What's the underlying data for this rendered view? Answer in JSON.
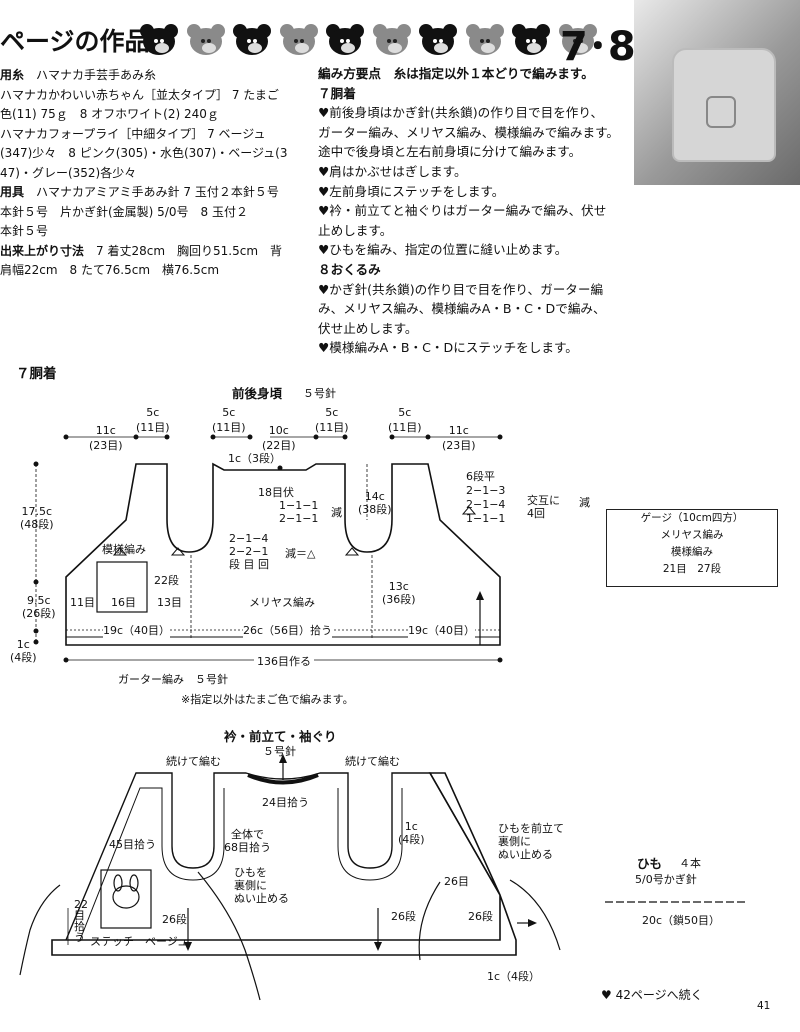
{
  "header": {
    "title": "ページの作品",
    "page_nums": "7･8",
    "bears": [
      "dark",
      "gray",
      "dark",
      "gray",
      "dark",
      "gray",
      "dark",
      "gray",
      "dark",
      "gray"
    ]
  },
  "materials": [
    {
      "label": "用糸",
      "text": "ハマナカ手芸手あみ糸"
    },
    {
      "label": "",
      "text": "ハマナカかわいい赤ちゃん［並太タイプ］ 7 たまご"
    },
    {
      "label": "",
      "text": "色(11) 75ｇ　8 オフホワイト(2) 240ｇ"
    },
    {
      "label": "",
      "text": "ハマナカフォープライ［中細タイプ］ 7 ベージュ"
    },
    {
      "label": "",
      "text": "(347)少々　8 ピンク(305)・水色(307)・ベージュ(3"
    },
    {
      "label": "",
      "text": "47)・グレー(352)各少々"
    },
    {
      "label": "用具",
      "text": "ハマナカアミアミ手あみ針 7 玉付２本針５号"
    },
    {
      "label": "",
      "text": "本針５号　片かぎ針(金属製) 5/0号　8 玉付２"
    },
    {
      "label": "",
      "text": "本針５号"
    },
    {
      "label": "出来上がり寸法",
      "text": "7 着丈28cm　胸回り51.5cm　背"
    },
    {
      "label": "",
      "text": "肩幅22cm　8 たて76.5cm　横76.5cm"
    }
  ],
  "method": [
    "編み方要点　糸は指定以外１本どりで編みます。",
    "７胴着",
    "♥前後身頃はかぎ針(共糸鎖)の作り目で目を作り、",
    "ガーター編み、メリヤス編み、模様編みで編みます。",
    "途中で後身頃と左右前身頃に分けて編みます。",
    "♥肩はかぶせはぎします。",
    "♥左前身頃にステッチをします。",
    "♥衿・前立てと袖ぐりはガーター編みで編み、伏せ",
    "止めします。",
    "♥ひもを編み、指定の位置に縫い止めます。",
    "８おくるみ",
    "♥かぎ針(共糸鎖)の作り目で目を作り、ガーター編",
    "み、メリヤス編み、模様編みA・B・C・Dで編み、",
    "伏せ止めします。",
    "♥模様編みA・B・C・Dにステッチをします。"
  ],
  "diagram": {
    "section_title": "７胴着",
    "body_title": "前後身頃",
    "body_needle": "５号針",
    "top_dims": [
      {
        "a": "11c",
        "b": "(23目)"
      },
      {
        "a": "5c",
        "b": "(11目)"
      },
      {
        "a": "5c",
        "b": "(11目)"
      },
      {
        "a": "10c",
        "b": "(22目)"
      },
      {
        "a": "5c",
        "b": "(11目)"
      },
      {
        "a": "5c",
        "b": "(11目)"
      },
      {
        "a": "11c",
        "b": "(23目)"
      }
    ],
    "neck_cast": "1c（3段）",
    "neck_fuse": "18目伏",
    "neck_dec": [
      "1−1−1",
      "2−1−1"
    ],
    "dec_label": "減",
    "armhole_h": "14c",
    "armhole_rows": "(38段)",
    "right_dec": [
      "6段平",
      "2−1−3",
      "2−1−4",
      "1−1−1"
    ],
    "alt_label": "交互に",
    "alt_count": "4回",
    "arm_dec": [
      "2−1−4",
      "2−2−1",
      "段  目  回"
    ],
    "arm_dec_label": "減＝△",
    "left_h1": "17.5c",
    "left_h1b": "(48段)",
    "left_h2": "9.5c",
    "left_h2b": "(26段)",
    "left_h3": "1c",
    "left_h3b": "(4段)",
    "pattern_label": "模様編み",
    "pat_22": "22段",
    "pat_11": "11目",
    "pat_16": "16目",
    "pat_13": "13目",
    "stockinette": "メリヤス編み",
    "right_h": "13c",
    "right_hb": "(36段)",
    "bottom_dims": [
      "19c（40目）",
      "26c（56目）拾う",
      "19c（40目）"
    ],
    "cast_on": "136目作る",
    "garter": "ガーター編み　５号針",
    "note": "※指定以外はたまご色で編みます。",
    "gauge": [
      "ゲージ（10cm四方）",
      "メリヤス編み",
      "模様編み",
      "21目　27段"
    ],
    "collar_title": "衿・前立て・袖ぐり",
    "collar_needle": "５号針",
    "cont_left": "続けて編む",
    "cont_right": "続けて編む",
    "pick24": "24目拾う",
    "pick45": "45目拾う",
    "pick68a": "全体で",
    "pick68b": "68目拾う",
    "pick22": "22目拾う",
    "tie_sew": [
      "ひもを",
      "裏側に",
      "ぬい止める"
    ],
    "tie_front": [
      "ひもを前立て",
      "裏側に",
      "ぬい止める"
    ],
    "r26a": "26段",
    "r26b": "26段",
    "r26c": "26段",
    "r26d": "26目",
    "c1": "1c",
    "c1b": "(4段)",
    "stitch_label": "ステッチ　ベージュ",
    "bottom_1c": "1c（4段）",
    "tie_title": "ひも",
    "tie_count": "４本",
    "tie_hook": "5/0号かぎ針",
    "tie_len": "20c（鎖50目）"
  },
  "footer": {
    "continue": "♥ 42ページへ続く",
    "page": "41"
  }
}
